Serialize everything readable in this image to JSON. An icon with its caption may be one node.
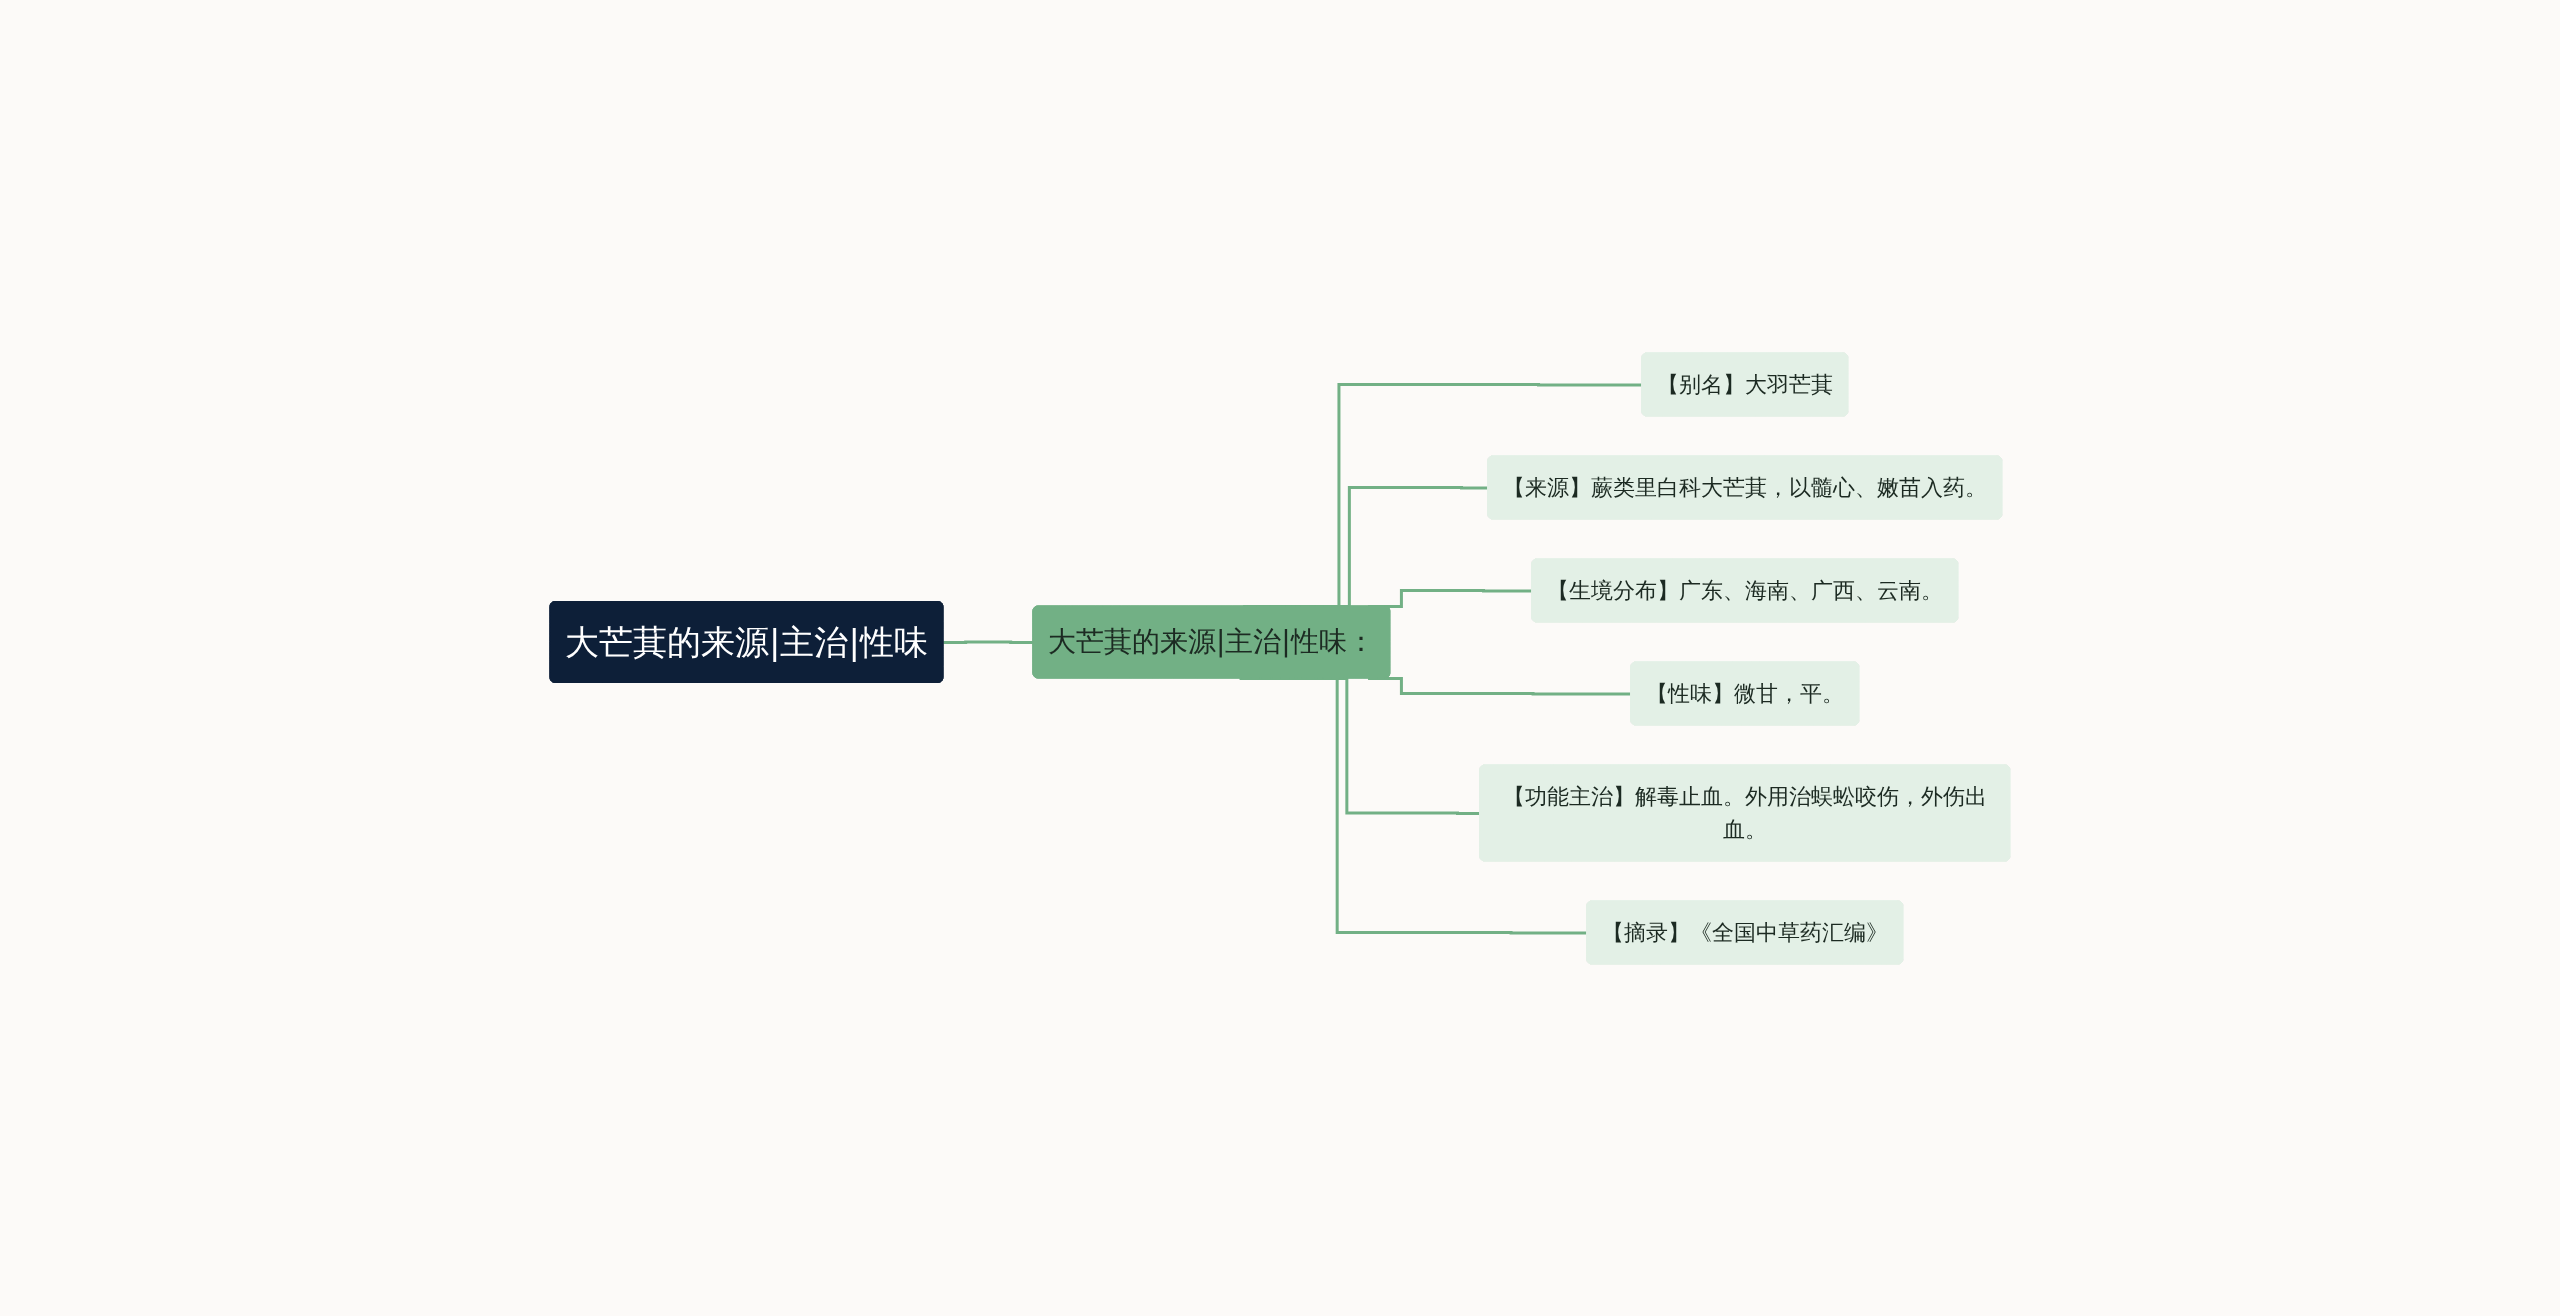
{
  "diagram": {
    "nodes": [
      {
        "text": [
          "大芒萁的来源|主治|性味"
        ]
      },
      {
        "text": [
          "大芒萁的来源|主治|性味："
        ]
      },
      {
        "text": [
          "【别名】大羽芒萁"
        ]
      },
      {
        "text": [
          "【来源】蕨类里白科大芒萁，以髓心、嫩苗入药。"
        ]
      },
      {
        "text": [
          "【生境分布】广东、海南、广西、云南。"
        ]
      },
      {
        "text": [
          "【性味】微甘，平。"
        ]
      },
      {
        "text": [
          "【功能主治】解毒止血。外用治蜈蚣咬伤，外伤出血。"
        ]
      },
      {
        "text": [
          "【摘录】《全国中草药汇编》"
        ]
      }
    ],
    "edges": [
      {
        "from": 0,
        "to": 1,
        "arrow": "none"
      },
      {
        "from": 1,
        "to": 2,
        "arrow": "none"
      },
      {
        "from": 1,
        "to": 3,
        "arrow": "none"
      },
      {
        "from": 1,
        "to": 4,
        "arrow": "none"
      },
      {
        "from": 1,
        "to": 5,
        "arrow": "none"
      },
      {
        "from": 1,
        "to": 6,
        "arrow": "none"
      },
      {
        "from": 1,
        "to": 7,
        "arrow": "none"
      }
    ]
  }
}
